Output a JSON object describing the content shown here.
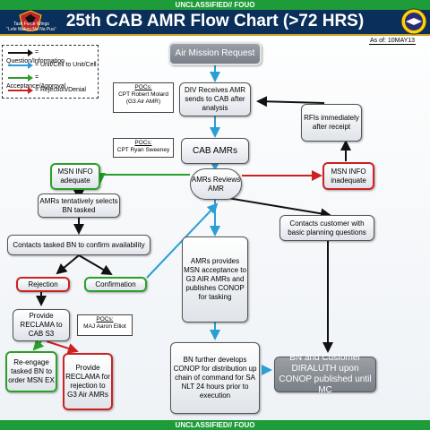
{
  "classification": {
    "top": "UNCLASSIFIED// FOUO",
    "bottom": "UNCLASSIFIED// FOUO"
  },
  "unit": {
    "name": "Task Force Wings",
    "motto": "\"Lele Makou No Na Pua\""
  },
  "title": "25th CAB AMR Flow Chart (>72 HRS)",
  "as_of": "As of: 10MAY13",
  "legend": [
    {
      "label": "= Question/Information",
      "color": "#111111"
    },
    {
      "label": "= Unit/Cell to Unit/Cell",
      "color": "#2a9fd6"
    },
    {
      "label": "= Acceptance/Approval",
      "color": "#2aa02a"
    },
    {
      "label": "= Rejection/Denial",
      "color": "#cc2222"
    }
  ],
  "nodes": {
    "air_mission_request": "Air Mission Request",
    "div_receives": "DIV Receives AMR sends to CAB after analysis",
    "rfis": "RFIs immediately after receipt",
    "cab_amrs": "CAB AMRs",
    "amrs_reviews": "AMRs Reviews AMR",
    "msn_info_adequate": "MSN INFO adequate",
    "msn_info_inadequate": "MSN INFO inadequate",
    "amrs_selects_bn": "AMRs tentatively selects BN tasked",
    "contacts_customer": "Contacts customer with basic planning questions",
    "contacts_bn": "Contacts tasked BN to confirm availability",
    "amrs_provides": "AMRs provides MSN acceptance to G3 AIR AMRs and publishes CONOP for tasking",
    "rejection": "Rejection",
    "confirmation": "Confirmation",
    "provide_reclama_s3": "Provide RECLAMA to CAB S3",
    "bn_develops": "BN further develops CONOP for distribution up chain of command for SA NLT 24 hours prior to execution",
    "bn_customer": "BN and Customer DIRALUTH upon CONOP published until MC",
    "reengage": "Re-engage tasked BN to order MSN EX",
    "provide_reclama_g3": "Provide RECLAMA for rejection to G3 Air AMRs"
  },
  "pocs": {
    "poc1_label": "POCs:",
    "poc1_name": "CPT Robert Molard",
    "poc1_role": "(G3 Air AMR)",
    "poc2_label": "POCs:",
    "poc2_name": "CPT Ryan Sweeney",
    "poc3_label": "POCs:",
    "poc3_name": "MAJ Aaron Elliot"
  }
}
